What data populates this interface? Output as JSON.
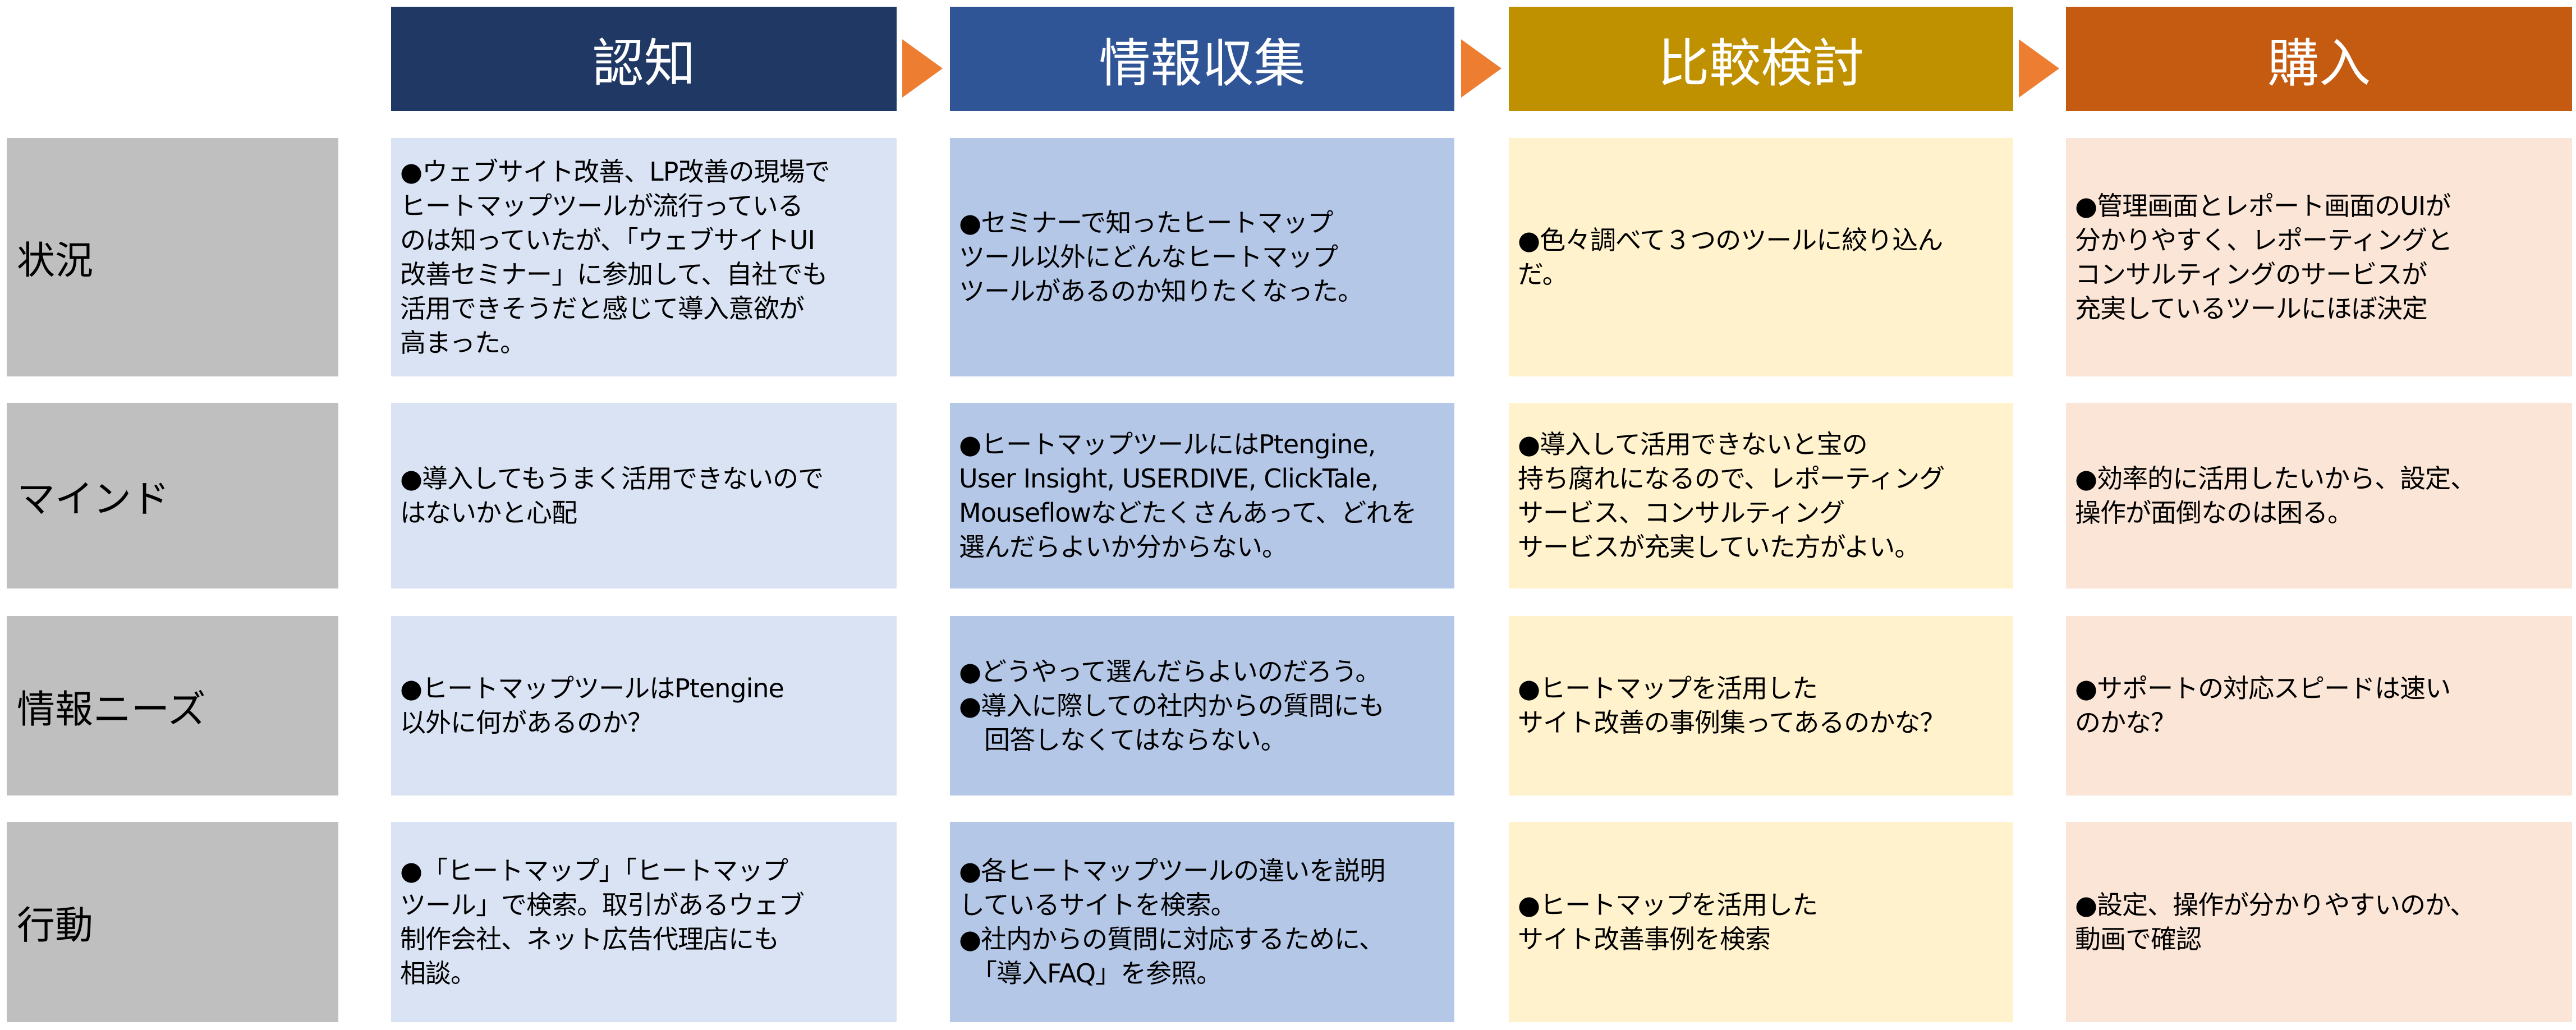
{
  "stages": [
    {
      "label": "認知",
      "color": "#203864"
    },
    {
      "label": "情報収集",
      "color": "#2f5597"
    },
    {
      "label": "比較検討",
      "color": "#bf9000"
    },
    {
      "label": "購入",
      "color": "#c55a11"
    }
  ],
  "arrow_color": "#ed7d31",
  "rows": [
    {
      "label": "状況",
      "cells": [
        "●ウェブサイト改善、LP改善の現場で\nヒートマップツールが流行っている\nのは知っていたが、「ウェブサイトUI\n改善セミナー」に参加して、自社でも\n活用できそうだと感じて導入意欲が\n高まった。",
        "●セミナーで知ったヒートマップ\nツール以外にどんなヒートマップ\nツールがあるのか知りたくなった。",
        "●色々調べて３つのツールに絞り込ん\nだ。",
        "●管理画面とレポート画面のUIが\n分かりやすく、レポーティングと\nコンサルティングのサービスが\n充実しているツールにほぼ決定"
      ]
    },
    {
      "label": "マインド",
      "cells": [
        "●導入してもうまく活用できないので\nはないかと心配",
        "●ヒートマップツールにはPtengine,\nUser Insight, USERDIVE, ClickTale,\nMouseflowなどたくさんあって、どれを\n選んだらよいか分からない。",
        "●導入して活用できないと宝の\n持ち腐れになるので、レポーティング\nサービス、コンサルティング\nサービスが充実していた方がよい。",
        "●効率的に活用したいから、設定、\n操作が面倒なのは困る。"
      ]
    },
    {
      "label": "情報ニーズ",
      "cells": [
        "●ヒートマップツールはPtengine\n以外に何があるのか？",
        "●どうやって選んだらよいのだろう。\n●導入に際しての社内からの質問にも\n　回答しなくてはならない。",
        "●ヒートマップを活用した\nサイト改善の事例集ってあるのかな？",
        "●サポートの対応スピードは速い\nのかな？"
      ]
    },
    {
      "label": "行動",
      "cells": [
        "●「ヒートマップ」「ヒートマップ\nツール」で検索。取引があるウェブ\n制作会社、ネット広告代理店にも\n相談。",
        "●各ヒートマップツールの違いを説明\nしているサイトを検索。\n●社内からの質問に対応するために、\n　「導入FAQ」を参照。",
        "●ヒートマップを活用した\nサイト改善事例を検索",
        "●設定、操作が分かりやすいのか、\n動画で確認"
      ]
    }
  ]
}
